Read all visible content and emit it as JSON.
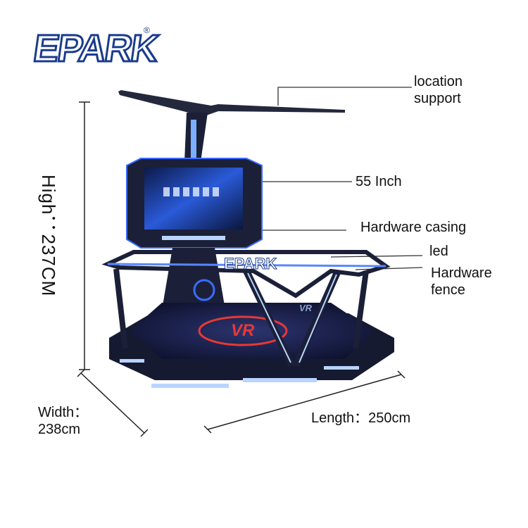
{
  "brand": {
    "logo_text": "EPARK",
    "registered_mark": "®"
  },
  "labels": {
    "location_support": "location\nsupport",
    "screen_size": "55 Inch",
    "hardware_casing": "Hardware casing",
    "led": "led",
    "hardware_fence": "Hardware\nfence"
  },
  "dimensions": {
    "height": "High：237CM",
    "width": "Width：\n238cm",
    "length": "Length：250cm"
  },
  "machine": {
    "platform_logo": "VR",
    "fence_logo": "EPARK"
  },
  "colors": {
    "brand_blue": "#1a3b8c",
    "neon_blue": "#3a6cff",
    "body_dark": "#1b2038",
    "led_glow": "#b9d4ff",
    "platform_logo_red": "#e53935"
  }
}
